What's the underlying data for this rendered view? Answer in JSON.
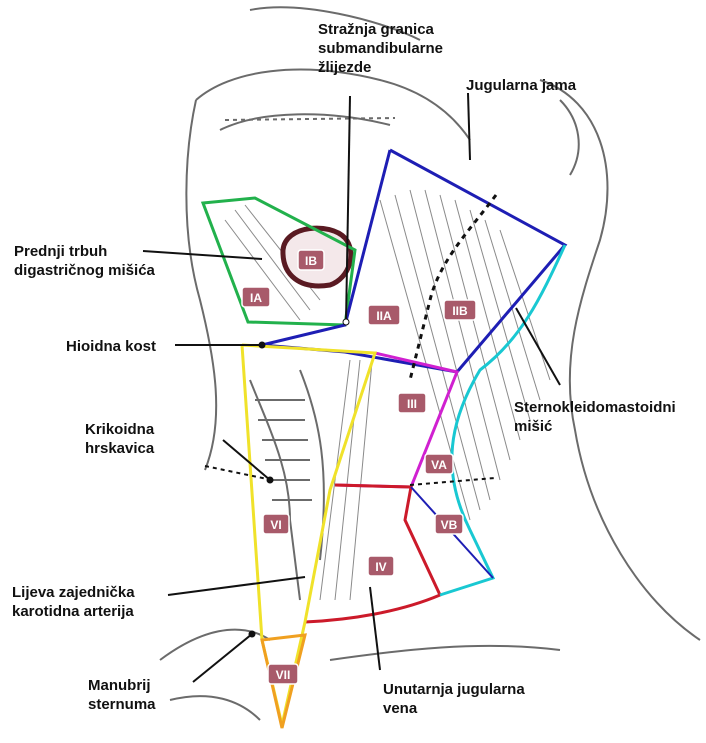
{
  "labels": {
    "posterior_submandibular": "Stražnja granica\nsubmandibularne\nžlijezde",
    "jugular_fossa": "Jugularna jama",
    "anterior_digastric": "Prednji trbuh\ndigastričnog mišića",
    "hyoid": "Hioidna kost",
    "scm": "Sternokleidomastoidni\nmišić",
    "cricoid": "Krikoidna\nhrskavica",
    "carotid": "Lijeva zajednička\nkarotidna arterija",
    "manubrium": "Manubrij\nsternuma",
    "internal_jugular": "Unutarnja jugularna\nvena"
  },
  "levels": {
    "IA": "IA",
    "IB": "IB",
    "IIA": "IIA",
    "IIB": "IIB",
    "III": "III",
    "IV": "IV",
    "VA": "VA",
    "VB": "VB",
    "VI": "VI",
    "VII": "VII"
  },
  "colors": {
    "level_I": "#22b14c",
    "level_II": "#1e1eb4",
    "level_III": "#d020d0",
    "level_IV": "#cc1a2a",
    "level_V": "#19c8d2",
    "level_VI": "#f0e22a",
    "level_VII": "#f0a020",
    "level_badge": "#a85a6a",
    "anatomy_line": "#555555"
  }
}
